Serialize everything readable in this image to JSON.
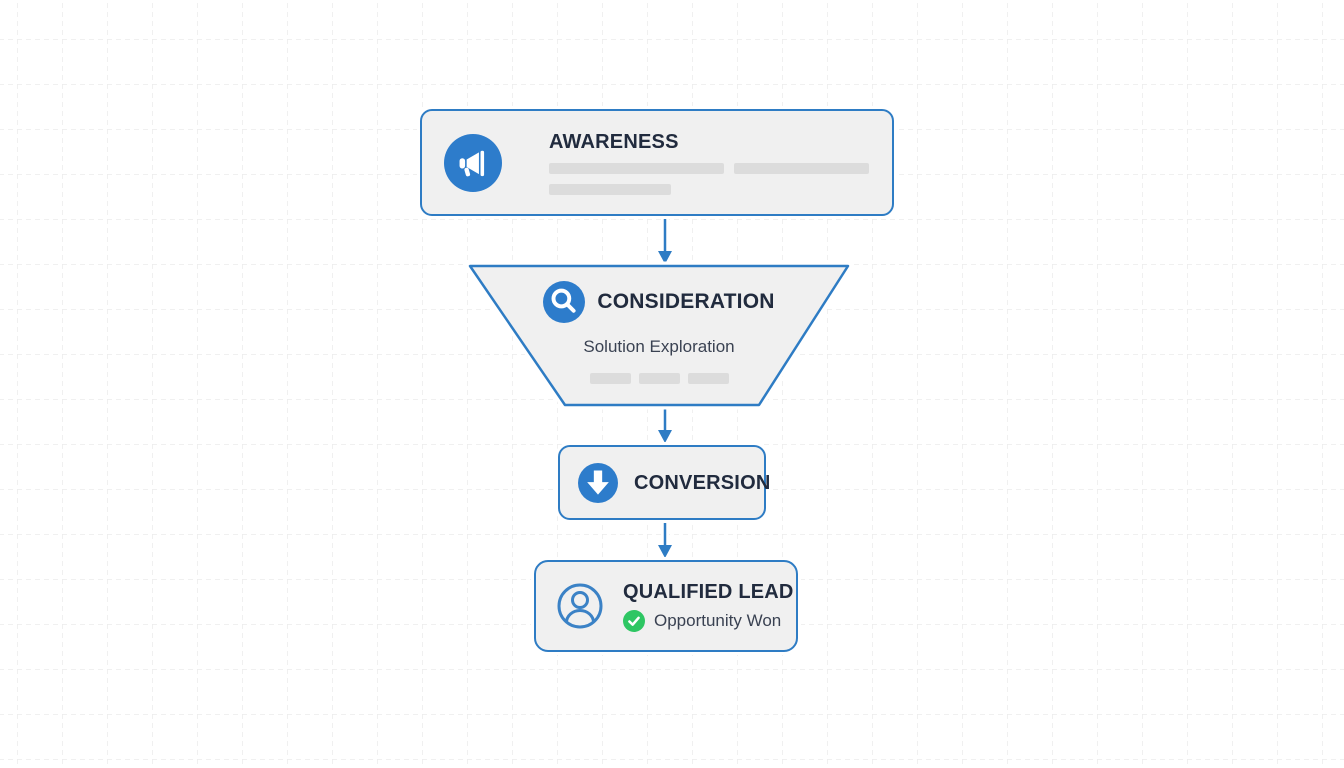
{
  "diagram": {
    "type": "marketing-funnel-flowchart",
    "background": "dashed-grid"
  },
  "nodes": {
    "awareness": {
      "label": "AWARENESS",
      "icon": "megaphone-icon",
      "placeholders": 3
    },
    "consideration": {
      "label": "CONSIDERATION",
      "sublabel": "Solution Exploration",
      "icon": "search-icon",
      "placeholders": 3
    },
    "conversion": {
      "label": "CONVERSION",
      "icon": "arrow-down-icon"
    },
    "qualified_lead": {
      "label": "QUALIFIED LEAD",
      "status": "Opportunity Won",
      "icon": "user-icon",
      "status_icon": "check-icon"
    }
  },
  "connectors": [
    {
      "from": "awareness",
      "to": "consideration"
    },
    {
      "from": "consideration",
      "to": "conversion"
    },
    {
      "from": "conversion",
      "to": "qualified_lead"
    }
  ],
  "colors": {
    "accent_blue": "#2e7cc4",
    "icon_blue": "#2d7ccb",
    "node_fill": "#f0f0f0",
    "placeholder_gray": "#dcdcdc",
    "title_text": "#212b3e",
    "body_text": "#3a4252",
    "success_green": "#2ec663",
    "grid_line": "#ececec",
    "background": "#ffffff"
  }
}
